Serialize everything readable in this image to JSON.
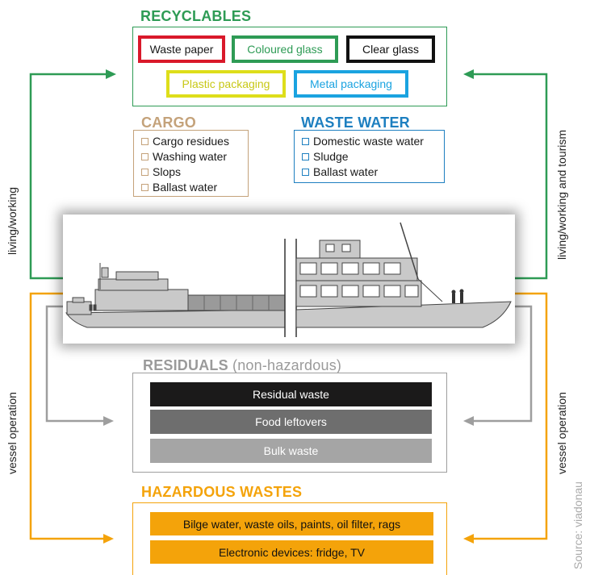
{
  "colors": {
    "recyclables": "#2e9b55",
    "cargo": "#c4a27a",
    "waste_water": "#1d7fc0",
    "residuals_title": "#9a9a9a",
    "hazardous": "#f4a30a",
    "grey_arrow": "#9e9e9e"
  },
  "recyclables": {
    "title": "RECYCLABLES",
    "items": [
      {
        "label": "Waste paper",
        "color": "#d9192a"
      },
      {
        "label": "Coloured glass",
        "color": "#2e9b55"
      },
      {
        "label": "Clear glass",
        "color": "#111111"
      },
      {
        "label": "Plastic packaging",
        "color": "#dede1a",
        "text_color": "#c8c816"
      },
      {
        "label": "Metal packaging",
        "color": "#1aa3e0"
      }
    ]
  },
  "cargo": {
    "title": "CARGO",
    "items": [
      "Cargo residues",
      "Washing water",
      "Slops",
      "Ballast water"
    ]
  },
  "waste_water": {
    "title": "WASTE WATER",
    "items": [
      "Domestic waste water",
      "Sludge",
      "Ballast water"
    ]
  },
  "residuals": {
    "title": "RESIDUALS",
    "subtitle": "(non-hazardous)",
    "items": [
      {
        "label": "Residual waste",
        "color": "#1b1a1a"
      },
      {
        "label": "Food leftovers",
        "color": "#6e6e6e"
      },
      {
        "label": "Bulk waste",
        "color": "#a5a5a5"
      }
    ]
  },
  "hazardous": {
    "title": "HAZARDOUS WASTES",
    "items": [
      "Bilge water,  waste oils, paints, oil filter, rags",
      "Electronic devices: fridge, TV"
    ]
  },
  "side_labels": {
    "left_top": "living/working",
    "right_top": "living/working and tourism",
    "left_bottom": "vessel operation",
    "right_bottom": "vessel operation"
  },
  "source": "Source: viadonau"
}
